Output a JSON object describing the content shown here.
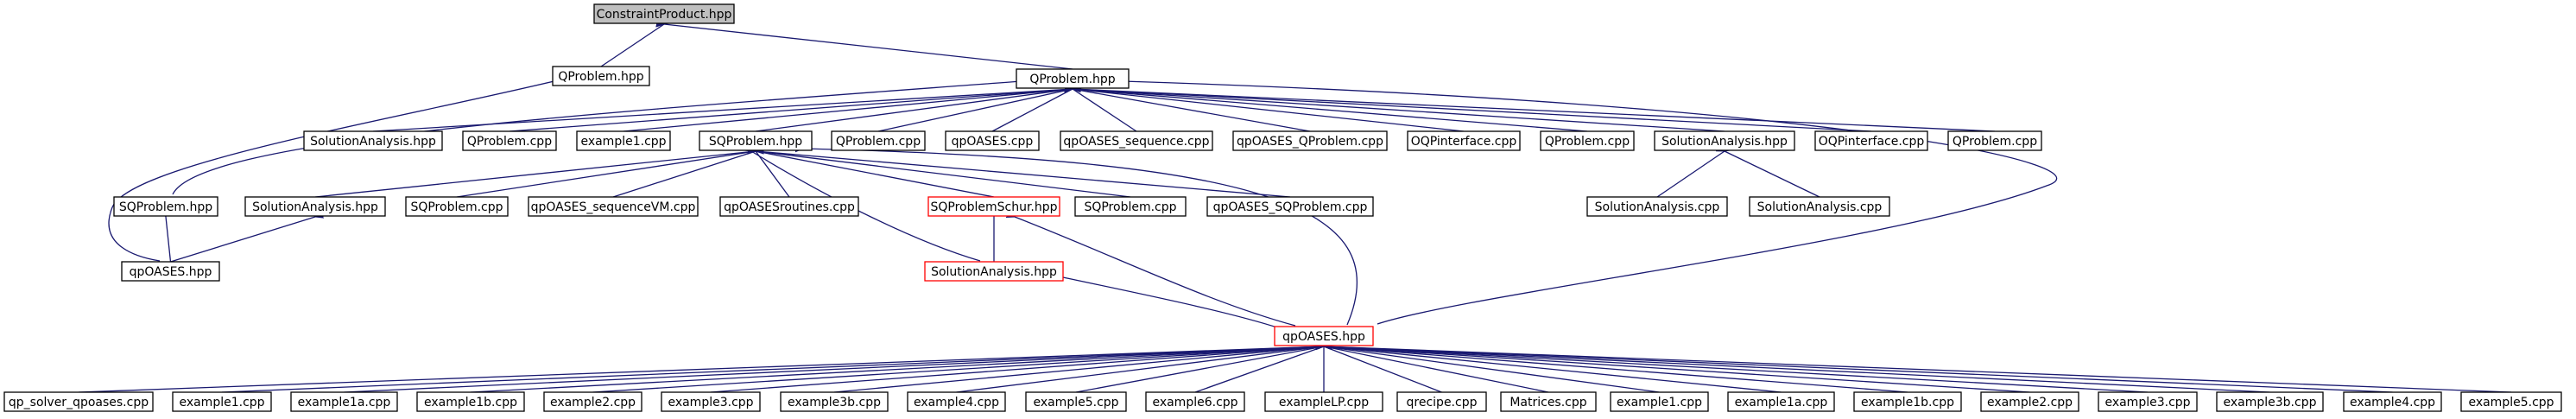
{
  "diagram": {
    "type": "include-dependency-graph",
    "colors": {
      "edge": "#191970",
      "root_fill": "#bfbfbf",
      "node_border": "#000000",
      "truncated_border": "#ff0000"
    },
    "nodes": [
      {
        "id": "n0",
        "label": "ConstraintProduct.hpp",
        "style": "root"
      },
      {
        "id": "n1",
        "label": "QProblem.hpp"
      },
      {
        "id": "n2",
        "label": "QProblem.hpp"
      },
      {
        "id": "n3",
        "label": "SolutionAnalysis.hpp"
      },
      {
        "id": "n4",
        "label": "QProblem.cpp"
      },
      {
        "id": "n5",
        "label": "example1.cpp"
      },
      {
        "id": "n6",
        "label": "SQProblem.hpp"
      },
      {
        "id": "n7",
        "label": "QProblem.cpp"
      },
      {
        "id": "n8",
        "label": "qpOASES.cpp"
      },
      {
        "id": "n9",
        "label": "qpOASES_sequence.cpp"
      },
      {
        "id": "n10",
        "label": "qpOASES_QProblem.cpp"
      },
      {
        "id": "n11",
        "label": "OQPinterface.cpp"
      },
      {
        "id": "n12",
        "label": "QProblem.cpp"
      },
      {
        "id": "n13",
        "label": "SolutionAnalysis.hpp"
      },
      {
        "id": "n14",
        "label": "OQPinterface.cpp"
      },
      {
        "id": "n15",
        "label": "QProblem.cpp"
      },
      {
        "id": "n16",
        "label": "SQProblem.hpp"
      },
      {
        "id": "n17",
        "label": "SolutionAnalysis.hpp"
      },
      {
        "id": "n18",
        "label": "SQProblem.cpp"
      },
      {
        "id": "n19",
        "label": "qpOASES_sequenceVM.cpp"
      },
      {
        "id": "n20",
        "label": "qpOASESroutines.cpp"
      },
      {
        "id": "n21",
        "label": "SQProblemSchur.hpp",
        "style": "red"
      },
      {
        "id": "n22",
        "label": "SQProblem.cpp"
      },
      {
        "id": "n23",
        "label": "qpOASES_SQProblem.cpp"
      },
      {
        "id": "n24",
        "label": "SolutionAnalysis.cpp"
      },
      {
        "id": "n25",
        "label": "SolutionAnalysis.cpp"
      },
      {
        "id": "n26",
        "label": "qpOASES.hpp"
      },
      {
        "id": "n27",
        "label": "SolutionAnalysis.hpp",
        "style": "red"
      },
      {
        "id": "n28",
        "label": "qpOASES.hpp",
        "style": "red"
      },
      {
        "id": "n29",
        "label": "qp_solver_qpoases.cpp"
      },
      {
        "id": "n30",
        "label": "example1.cpp"
      },
      {
        "id": "n31",
        "label": "example1a.cpp"
      },
      {
        "id": "n32",
        "label": "example1b.cpp"
      },
      {
        "id": "n33",
        "label": "example2.cpp"
      },
      {
        "id": "n34",
        "label": "example3.cpp"
      },
      {
        "id": "n35",
        "label": "example3b.cpp"
      },
      {
        "id": "n36",
        "label": "example4.cpp"
      },
      {
        "id": "n37",
        "label": "example5.cpp"
      },
      {
        "id": "n38",
        "label": "example6.cpp"
      },
      {
        "id": "n39",
        "label": "exampleLP.cpp"
      },
      {
        "id": "n40",
        "label": "qrecipe.cpp"
      },
      {
        "id": "n41",
        "label": "Matrices.cpp"
      },
      {
        "id": "n42",
        "label": "example1.cpp"
      },
      {
        "id": "n43",
        "label": "example1a.cpp"
      },
      {
        "id": "n44",
        "label": "example1b.cpp"
      },
      {
        "id": "n45",
        "label": "example2.cpp"
      },
      {
        "id": "n46",
        "label": "example3.cpp"
      },
      {
        "id": "n47",
        "label": "example3b.cpp"
      },
      {
        "id": "n48",
        "label": "example4.cpp"
      },
      {
        "id": "n49",
        "label": "example5.cpp"
      }
    ],
    "edges": [
      [
        "n0",
        "n1"
      ],
      [
        "n0",
        "n2"
      ],
      [
        "n1",
        "n26"
      ],
      [
        "n2",
        "n3"
      ],
      [
        "n2",
        "n4"
      ],
      [
        "n2",
        "n5"
      ],
      [
        "n2",
        "n6"
      ],
      [
        "n2",
        "n7"
      ],
      [
        "n2",
        "n8"
      ],
      [
        "n2",
        "n9"
      ],
      [
        "n2",
        "n10"
      ],
      [
        "n2",
        "n11"
      ],
      [
        "n2",
        "n12"
      ],
      [
        "n2",
        "n13"
      ],
      [
        "n2",
        "n14"
      ],
      [
        "n2",
        "n15"
      ],
      [
        "n2",
        "n16"
      ],
      [
        "n2",
        "n28"
      ],
      [
        "n6",
        "n17"
      ],
      [
        "n6",
        "n18"
      ],
      [
        "n6",
        "n19"
      ],
      [
        "n6",
        "n20"
      ],
      [
        "n6",
        "n21"
      ],
      [
        "n6",
        "n22"
      ],
      [
        "n6",
        "n23"
      ],
      [
        "n6",
        "n27"
      ],
      [
        "n6",
        "n28"
      ],
      [
        "n13",
        "n24"
      ],
      [
        "n13",
        "n25"
      ],
      [
        "n16",
        "n26"
      ],
      [
        "n17",
        "n26"
      ],
      [
        "n21",
        "n27"
      ],
      [
        "n21",
        "n28"
      ],
      [
        "n27",
        "n28"
      ],
      [
        "n28",
        "n29"
      ],
      [
        "n28",
        "n30"
      ],
      [
        "n28",
        "n31"
      ],
      [
        "n28",
        "n32"
      ],
      [
        "n28",
        "n33"
      ],
      [
        "n28",
        "n34"
      ],
      [
        "n28",
        "n35"
      ],
      [
        "n28",
        "n36"
      ],
      [
        "n28",
        "n37"
      ],
      [
        "n28",
        "n38"
      ],
      [
        "n28",
        "n39"
      ],
      [
        "n28",
        "n40"
      ],
      [
        "n28",
        "n41"
      ],
      [
        "n28",
        "n42"
      ],
      [
        "n28",
        "n43"
      ],
      [
        "n28",
        "n44"
      ],
      [
        "n28",
        "n45"
      ],
      [
        "n28",
        "n46"
      ],
      [
        "n28",
        "n47"
      ],
      [
        "n28",
        "n48"
      ],
      [
        "n28",
        "n49"
      ]
    ]
  }
}
